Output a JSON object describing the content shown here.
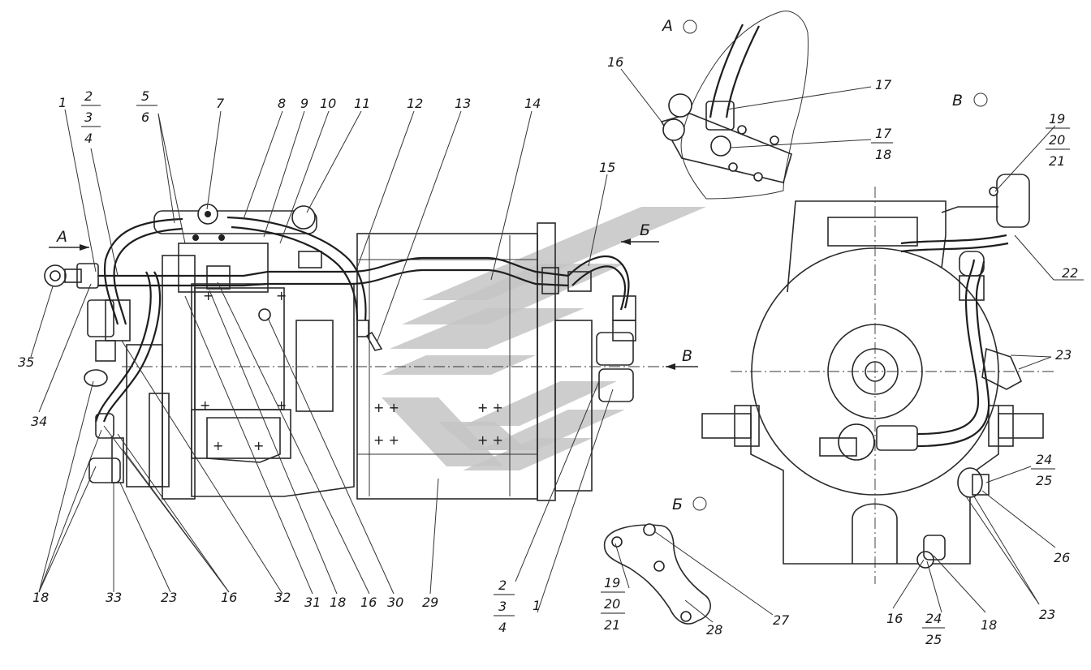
{
  "views": {
    "a": {
      "label": "А"
    },
    "b": {
      "label": "Б"
    },
    "v": {
      "label": "В"
    }
  },
  "arrows": {
    "a_arrow": "А",
    "b_arrow": "Б",
    "v_arrow": "В"
  },
  "callouts": {
    "c1": "1",
    "c2_3_4_top": [
      "2",
      "3",
      "4"
    ],
    "c5_6": [
      "5",
      "6"
    ],
    "c7": "7",
    "c8": "8",
    "c9": "9",
    "c10": "10",
    "c11": "11",
    "c12": "12",
    "c13": "13",
    "c14": "14",
    "c15": "15",
    "c16_viewA": "16",
    "c17_viewA_top": "17",
    "c17_18_viewA": [
      "17",
      "18"
    ],
    "c19_20_21_viewV": [
      "19",
      "20",
      "21"
    ],
    "c22": "22",
    "c23_viewV_right": "23",
    "c24_25_viewV": [
      "24",
      "25"
    ],
    "c26": "26",
    "c23_viewV_bottom": "23",
    "c18_viewV": "18",
    "c24_25_viewV_bottom": [
      "24",
      "25"
    ],
    "c16_viewV": "16",
    "c27": "27",
    "c28": "28",
    "c19_20_21_viewB": [
      "19",
      "20",
      "21"
    ],
    "c2_3_4_bottom": [
      "2",
      "3",
      "4"
    ],
    "c1_bottom": "1",
    "c29": "29",
    "c30": "30",
    "c16_bottom": "16",
    "c18_bottom": "18",
    "c31": "31",
    "c32": "32",
    "c16_bottom_left": "16",
    "c23_bottom_left": "23",
    "c33": "33",
    "c18_bottom_left": "18",
    "c34": "34",
    "c35": "35"
  }
}
